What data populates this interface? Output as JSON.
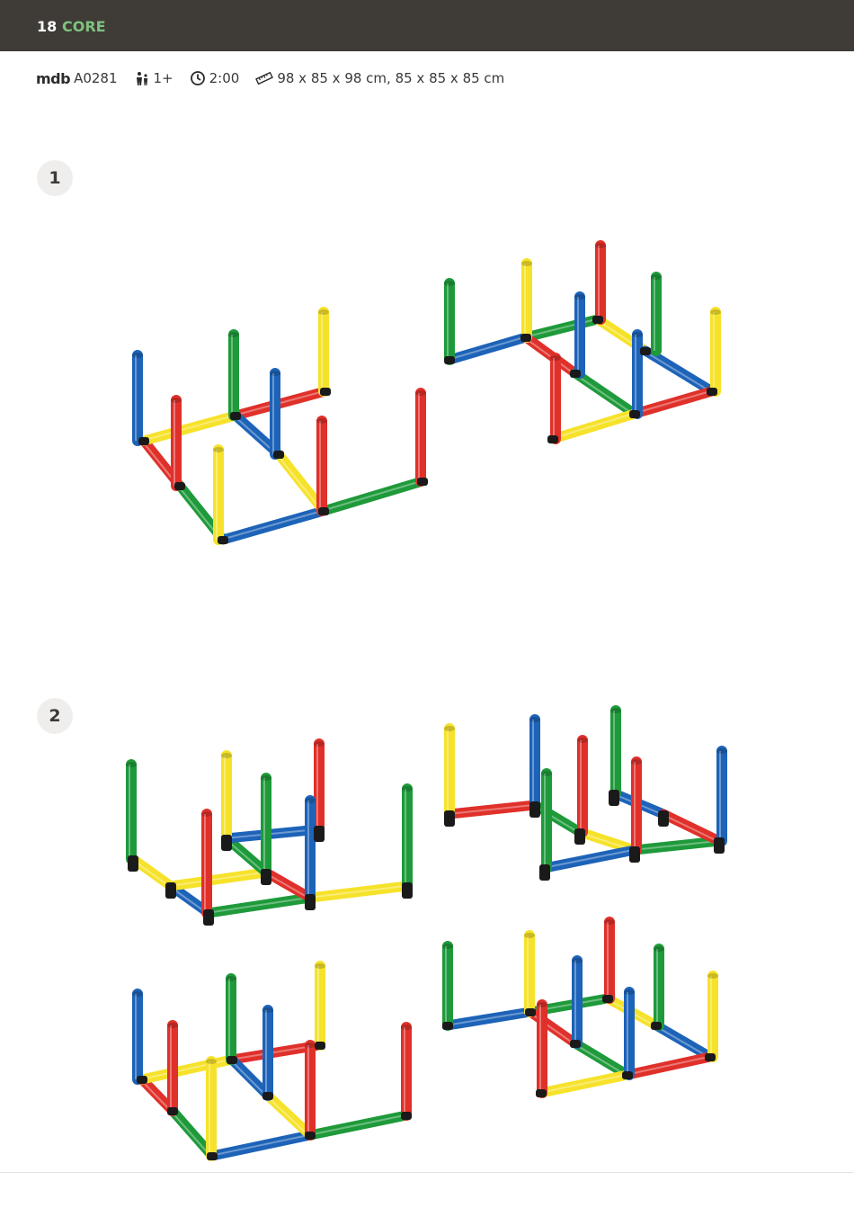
{
  "header": {
    "page_number": "18",
    "section": "CORE",
    "bg_color": "#3f3b36",
    "section_color": "#7fc27f"
  },
  "meta": {
    "logo_text": "mdb",
    "product_code": "A0281",
    "players_icon": "children-icon",
    "players": "1+",
    "time_icon": "clock-icon",
    "time": "2:00",
    "size_icon": "ruler-icon",
    "dimensions": "98 x 85 x 98 cm, 85 x 85 x 85 cm"
  },
  "steps": [
    {
      "label": "1"
    },
    {
      "label": "2"
    }
  ],
  "colors": {
    "red": "#e0302a",
    "yellow": "#f6e22a",
    "green": "#1e9a3a",
    "blue": "#1d63b8",
    "joint": "#1a1a1a"
  }
}
